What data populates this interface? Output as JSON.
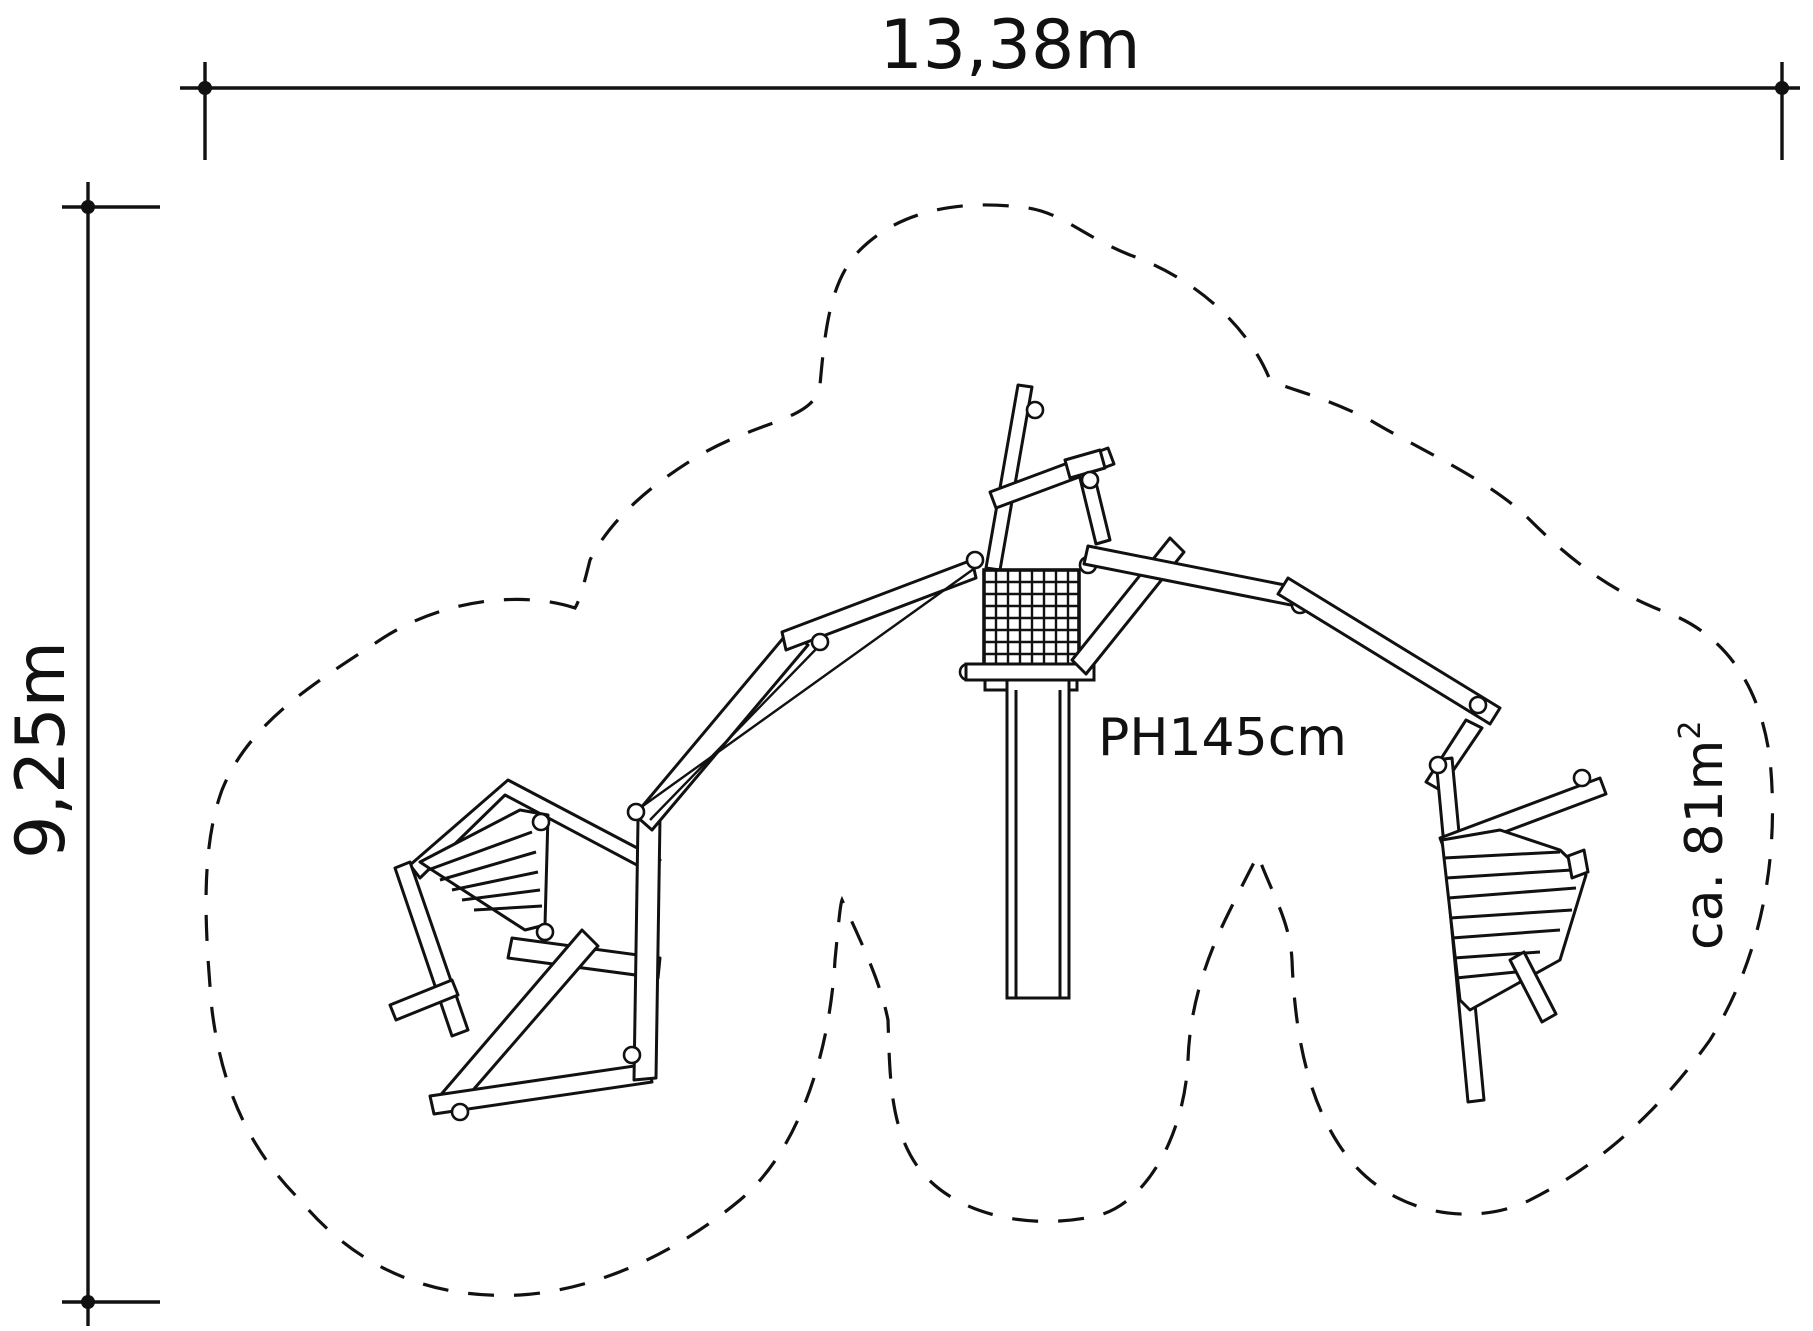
{
  "dimensions": {
    "width_label": "13,38m",
    "height_label": "9,25m"
  },
  "labels": {
    "platform_height": "PH145cm",
    "area_prefix": "ca. 81m",
    "area_superscript": "2"
  },
  "colors": {
    "line": "#111111",
    "background": "#ffffff"
  }
}
